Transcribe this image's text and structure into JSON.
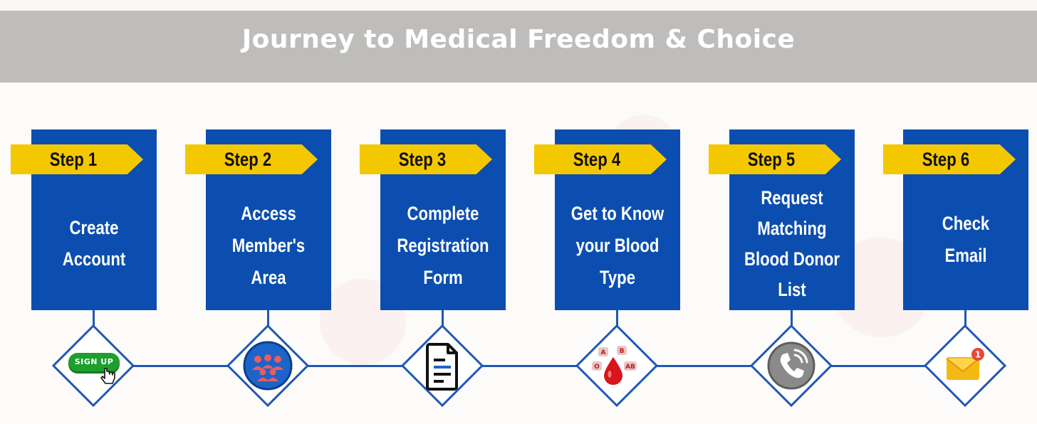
{
  "header": {
    "title": "Journey to Medical Freedom & Choice"
  },
  "steps": [
    {
      "label": "Step 1",
      "lines": [
        "Create",
        "Account"
      ],
      "icon": "sign-up-button-icon",
      "icon_text": "SIGN UP"
    },
    {
      "label": "Step 2",
      "lines": [
        "Access",
        "Member's",
        "Area"
      ],
      "icon": "members-group-icon"
    },
    {
      "label": "Step 3",
      "lines": [
        "Complete",
        "Registration",
        "Form"
      ],
      "icon": "document-form-icon"
    },
    {
      "label": "Step 4",
      "lines": [
        "Get to Know",
        "your Blood",
        "Type"
      ],
      "icon": "blood-type-icon",
      "blood_types": [
        "A",
        "B",
        "O",
        "AB"
      ]
    },
    {
      "label": "Step 5",
      "lines": [
        "Request",
        "Matching",
        "Blood Donor",
        "List"
      ],
      "icon": "phone-call-icon"
    },
    {
      "label": "Step 6",
      "lines": [
        "Check",
        "Email"
      ],
      "icon": "email-notification-icon",
      "badge": "1"
    }
  ],
  "colors": {
    "card": "#0c4eb0",
    "ribbon": "#f4c800",
    "connector": "#1f57b4",
    "header": "#bebdbb"
  }
}
